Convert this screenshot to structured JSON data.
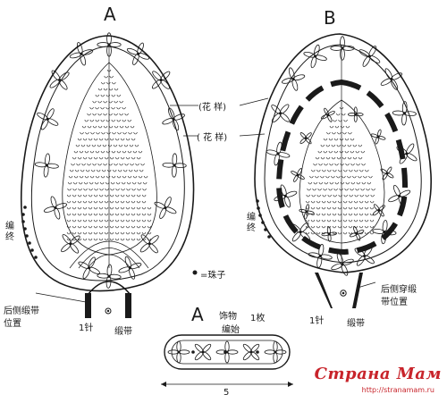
{
  "labels": {
    "label_a_top": "A",
    "label_b_top": "B",
    "label_a_bottom": "A",
    "pattern_1": "(花 样)",
    "pattern_2": "( 花 样)",
    "finish_a": "编\n终",
    "finish_b": "编\n终",
    "bead_legend": "=珠子",
    "ribbon_pos_a": "后侧缎带\n位置",
    "hook_a": "1针",
    "ribbon_a": "缎带",
    "ornament": "饰物",
    "count": "1枚",
    "start": "编始",
    "ribbon_pos_b": "后侧穿缎\n带位置",
    "hook_b": "1针",
    "ribbon_b": "缎带",
    "width": "5",
    "watermark": "Страна Мам",
    "watermark_url": "http://stranamam.ru"
  },
  "colors": {
    "ink": "#1a1a1a",
    "watermark": "#c8242b"
  }
}
